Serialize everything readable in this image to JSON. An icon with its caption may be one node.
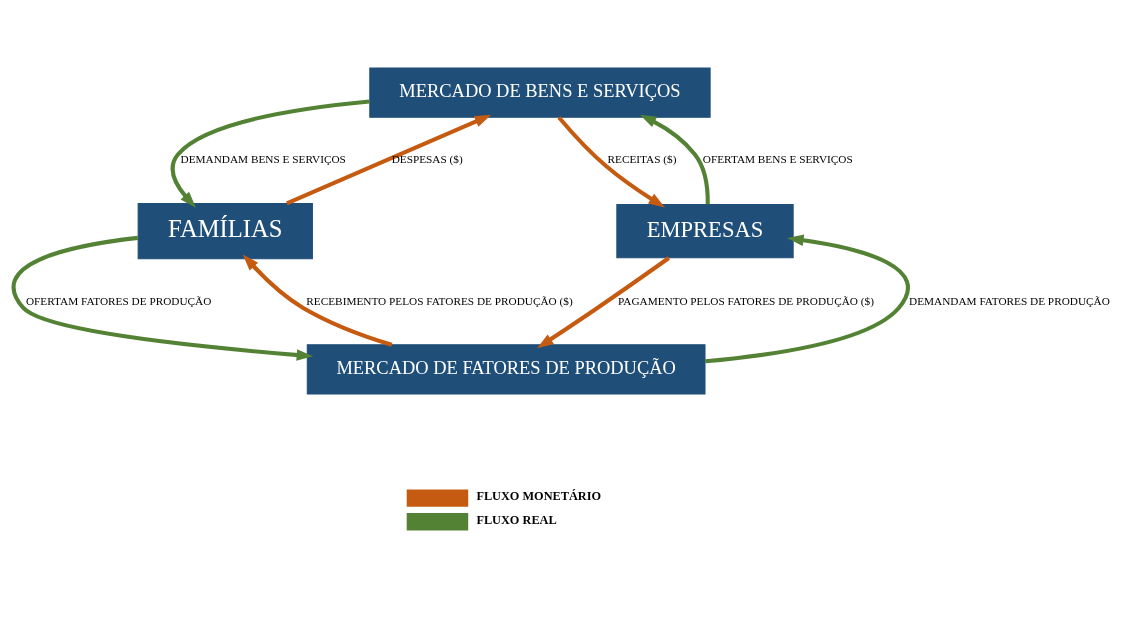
{
  "diagram": {
    "nodes": [
      {
        "text": [
          "MERCADO DE BENS E SERVIÇOS"
        ]
      },
      {
        "text": [
          "FAMÍLIAS"
        ]
      },
      {
        "text": [
          "EMPRESAS"
        ]
      },
      {
        "text": [
          "MERCADO DE FATORES DE PRODUÇÃO"
        ]
      }
    ],
    "edges": [
      {
        "from": 0,
        "to": 1,
        "arrow": "to",
        "label": "DEMANDAM BENS E SERVIÇOS",
        "color": "#548235"
      },
      {
        "from": 1,
        "to": 0,
        "arrow": "to",
        "label": "DESPESAS ($)",
        "color": "#c55a11"
      },
      {
        "from": 0,
        "to": 2,
        "arrow": "to",
        "label": "RECEITAS ($)",
        "color": "#c55a11"
      },
      {
        "from": 2,
        "to": 0,
        "arrow": "to",
        "label": "OFERTAM BENS E SERVIÇOS",
        "color": "#548235"
      },
      {
        "from": 1,
        "to": 3,
        "arrow": "to",
        "label": "OFERTAM FATORES DE PRODUÇÃO",
        "color": "#548235"
      },
      {
        "from": 3,
        "to": 1,
        "arrow": "to",
        "label": "RECEBIMENTO PELOS FATORES DE PRODUÇÃO ($)",
        "color": "#c55a11"
      },
      {
        "from": 2,
        "to": 3,
        "arrow": "to",
        "label": "PAGAMENTO PELOS FATORES DE PRODUÇÃO ($)",
        "color": "#c55a11"
      },
      {
        "from": 3,
        "to": 2,
        "arrow": "to",
        "label": "DEMANDAM FATORES DE PRODUÇÃO",
        "color": "#548235"
      }
    ],
    "legend": [
      {
        "text": "FLUXO MONETÁRIO",
        "color": "#c55a11"
      },
      {
        "text": "FLUXO REAL",
        "color": "#548235"
      }
    ]
  }
}
